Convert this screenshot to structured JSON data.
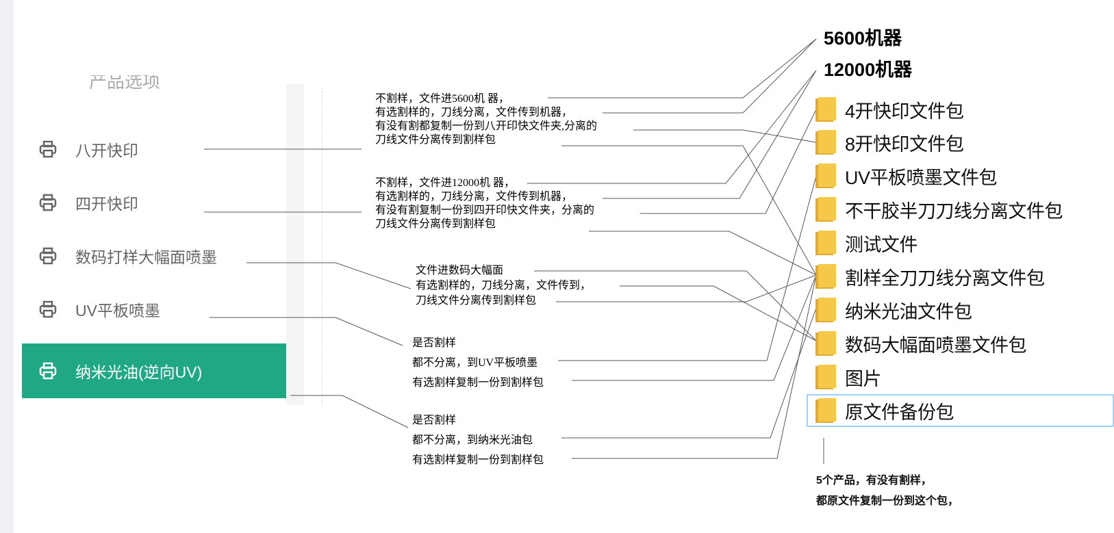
{
  "menu": {
    "cut_label": "产品选项",
    "items": [
      {
        "label": "八开快印",
        "icon": "printer-icon"
      },
      {
        "label": "四开快印",
        "icon": "printer-icon"
      },
      {
        "label": "数码打样大幅面喷墨",
        "icon": "printer-icon"
      },
      {
        "label": "UV平板喷墨",
        "icon": "printer-icon"
      },
      {
        "label": "纳米光油(逆向UV)",
        "icon": "printer-icon",
        "active": true
      }
    ]
  },
  "machines": [
    "5600机器",
    "12000机器"
  ],
  "notes": {
    "eight": [
      "不割样，文件进5600机 器，",
      "有选割样的，刀线分离，文件传到机器，",
      "有没有割都复制一份到八开印快文件夹,分离的",
      "刀线文件分离传到割样包"
    ],
    "four": [
      "不割样，文件进12000机 器，",
      "有选割样的，刀线分离，文件传到机器，",
      "有没有割复制一份到四开印快文件夹，分离的",
      "刀线文件分离传到割样包"
    ],
    "digital": [
      "文件进数码大幅面",
      "有选割样的，刀线分离，文件传到，",
      "刀线文件分离传到割样包"
    ],
    "uv": [
      "是否割样",
      "都不分离，到UV平板喷墨",
      "有选割样复制一份到割样包"
    ],
    "nano": [
      "是否割样",
      "都不分离，到纳米光油包",
      "有选割样复制一份到割样包"
    ]
  },
  "folders": [
    "4开快印文件包",
    "8开快印文件包",
    "UV平板喷墨文件包",
    "不干胶半刀刀线分离文件包",
    "测试文件",
    "割样全刀刀线分离文件包",
    "纳米光油文件包",
    "数码大幅面喷墨文件包",
    "图片",
    "原文件备份包"
  ],
  "bottom_note": [
    "5个产品，有没有割样，",
    "都原文件复制一份到这个包，"
  ],
  "colors": {
    "active_bg": "#20a884",
    "folder_yellow": "#f5c84a",
    "selection": "#99d1ff"
  }
}
